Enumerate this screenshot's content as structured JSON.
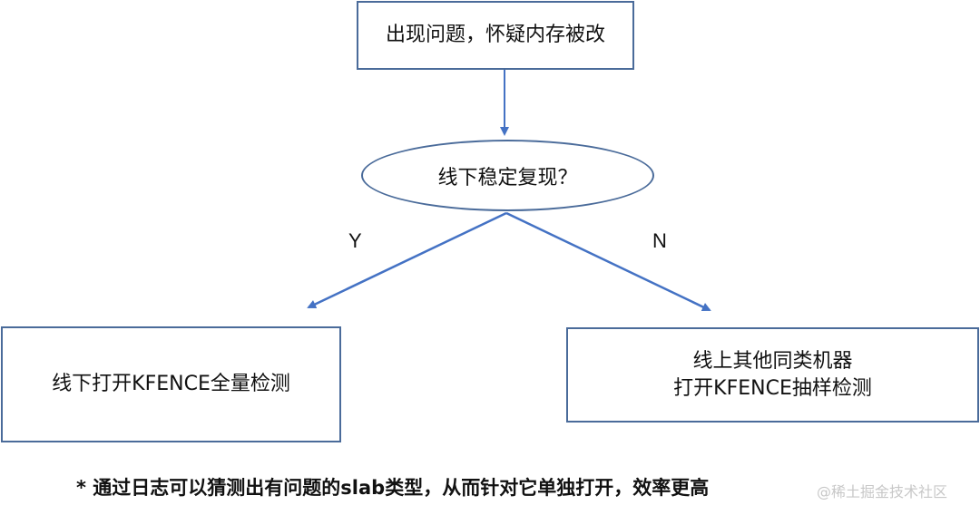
{
  "nodes": {
    "top": "出现问题，怀疑内存被改",
    "decision": "线下稳定复现？",
    "left": "线下打开KFENCE全量检测",
    "right_line1": "线上其他同类机器",
    "right_line2": "打开KFENCE抽样检测"
  },
  "edges": {
    "yes_label": "Y",
    "no_label": "N"
  },
  "footnote": "* 通过日志可以猜测出有问题的slab类型，从而针对它单独打开，效率更高",
  "watermark": "@稀土掘金技术社区",
  "colors": {
    "border": "#4a6b9a",
    "arrow": "#4472c4",
    "watermark": "#c8c8c8"
  }
}
